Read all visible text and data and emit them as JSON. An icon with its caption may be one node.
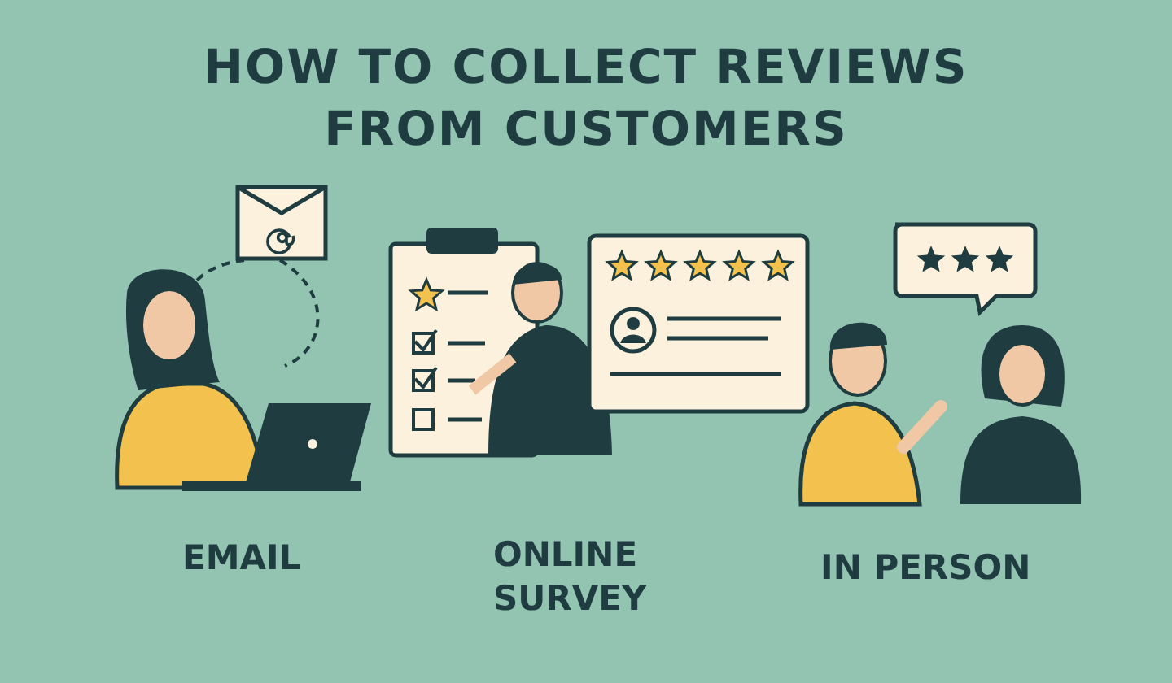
{
  "diagram": {
    "title": "HOW TO COLLECT REVIEWS FROM CUSTOMERS",
    "labels": [
      "EMAIL",
      "ONLINE SURVEY",
      "IN PERSON"
    ]
  }
}
